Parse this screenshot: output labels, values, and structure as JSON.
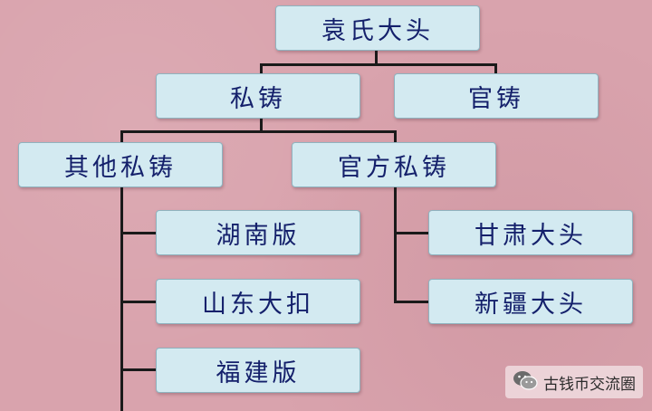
{
  "diagram": {
    "root": "袁氏大头",
    "private_cast": "私铸",
    "official_cast": "官铸",
    "other_private": "其他私铸",
    "official_private": "官方私铸",
    "hunan": "湖南版",
    "shandong": "山东大扣",
    "fujian": "福建版",
    "gansu": "甘肃大头",
    "xinjiang": "新疆大头"
  },
  "watermark": {
    "icon": "wechat-icon",
    "text": "古钱币交流圈"
  }
}
